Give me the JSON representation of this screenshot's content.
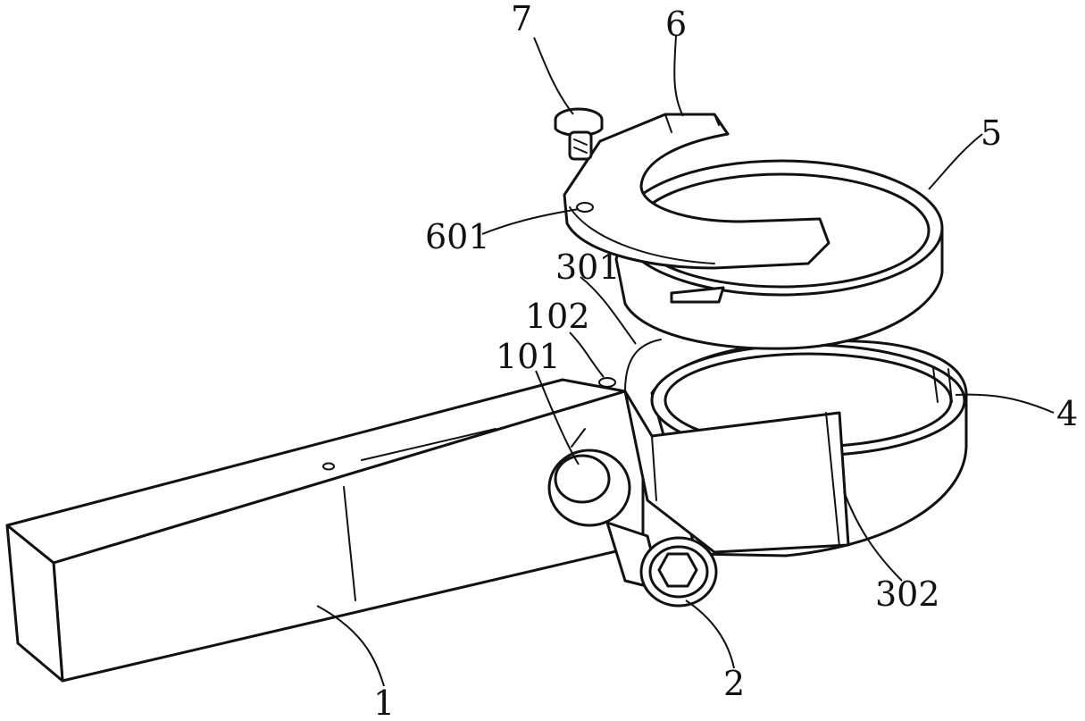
{
  "labels": {
    "l1": "1",
    "l2": "2",
    "l4": "4",
    "l5": "5",
    "l6": "6",
    "l7": "7",
    "l101": "101",
    "l102": "102",
    "l301": "301",
    "l302": "302",
    "l601": "601"
  }
}
